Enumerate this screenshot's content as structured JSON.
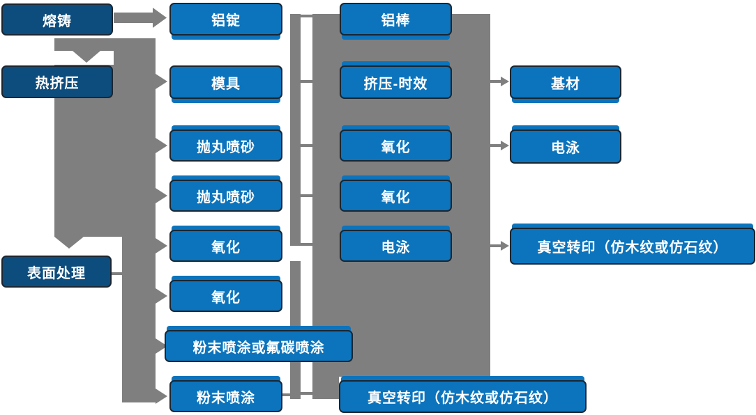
{
  "colors": {
    "node_fill_bright": "#0b74bd",
    "node_fill_dark": "#0d4d7d",
    "node_border": "#1b2631",
    "connector_gray": "#7f7f7f",
    "text": "#ffffff",
    "background": "#ffffff"
  },
  "nodes": [
    {
      "label": "熔铸",
      "column": 1,
      "row": 1
    },
    {
      "label": "热挤压",
      "column": 1,
      "row": 2
    },
    {
      "label": "表面处理",
      "column": 1,
      "row": 6
    },
    {
      "label": "铝锭",
      "column": 2,
      "row": 1
    },
    {
      "label": "模具",
      "column": 2,
      "row": 2
    },
    {
      "label": "抛丸喷砂",
      "column": 2,
      "row": 3
    },
    {
      "label": "抛丸喷砂",
      "column": 2,
      "row": 4
    },
    {
      "label": "氧化",
      "column": 2,
      "row": 5
    },
    {
      "label": "氧化",
      "column": 2,
      "row": 6
    },
    {
      "label": "粉末喷涂或氟碳喷涂",
      "column": 2,
      "row": 7
    },
    {
      "label": "粉末喷涂",
      "column": 2,
      "row": 8
    },
    {
      "label": "铝棒",
      "column": 3,
      "row": 1
    },
    {
      "label": "挤压-时效",
      "column": 3,
      "row": 2
    },
    {
      "label": "氧化",
      "column": 3,
      "row": 3
    },
    {
      "label": "氧化",
      "column": 3,
      "row": 4
    },
    {
      "label": "电泳",
      "column": 3,
      "row": 5
    },
    {
      "label": "真空转印（仿木纹或仿石纹）",
      "column": 3,
      "row": 8
    },
    {
      "label": "基材",
      "column": 4,
      "row": 2
    },
    {
      "label": "电泳",
      "column": 4,
      "row": 3
    },
    {
      "label": "真空转印（仿木纹或仿石纹）",
      "column": 4,
      "row": 5
    }
  ]
}
